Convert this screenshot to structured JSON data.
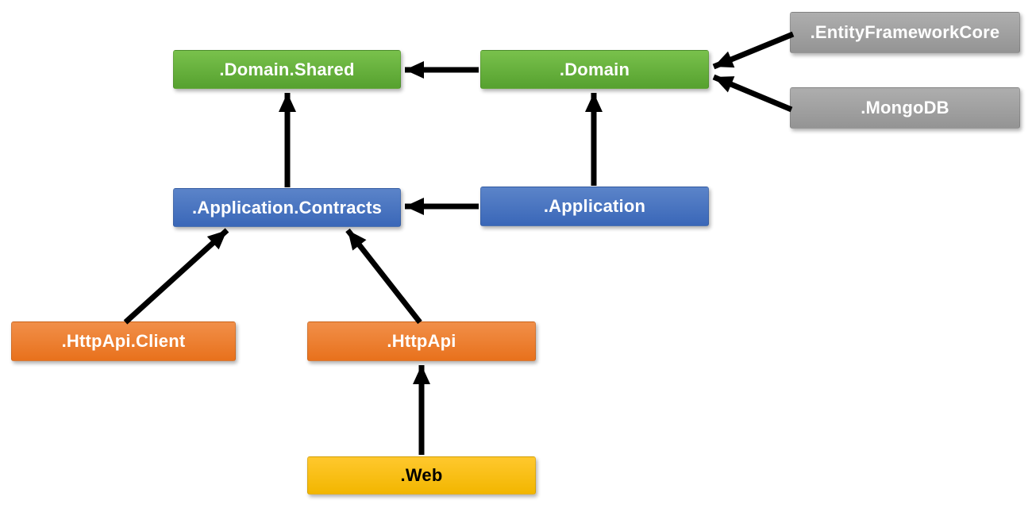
{
  "diagram": {
    "type": "dependency-diagram",
    "arrow_color": "#000000",
    "background_color": "#ffffff",
    "nodes": [
      {
        "id": "domain-shared",
        "label": ".Domain.Shared",
        "color": "#70AD47",
        "text_color": "#ffffff"
      },
      {
        "id": "domain",
        "label": ".Domain",
        "color": "#70AD47",
        "text_color": "#ffffff"
      },
      {
        "id": "entityframeworkcore",
        "label": ".EntityFrameworkCore",
        "color": "#A5A5A5",
        "text_color": "#ffffff"
      },
      {
        "id": "mongodb",
        "label": ".MongoDB",
        "color": "#A5A5A5",
        "text_color": "#ffffff"
      },
      {
        "id": "application-contracts",
        "label": ".Application.Contracts",
        "color": "#4472C4",
        "text_color": "#ffffff"
      },
      {
        "id": "application",
        "label": ".Application",
        "color": "#4472C4",
        "text_color": "#ffffff"
      },
      {
        "id": "httpapi-client",
        "label": ".HttpApi.Client",
        "color": "#ED7D31",
        "text_color": "#ffffff"
      },
      {
        "id": "httpapi",
        "label": ".HttpApi",
        "color": "#ED7D31",
        "text_color": "#ffffff"
      },
      {
        "id": "web",
        "label": ".Web",
        "color": "#FFC000",
        "text_color": "#000000"
      }
    ],
    "edges": [
      {
        "from": "domain",
        "to": "domain-shared"
      },
      {
        "from": "entityframeworkcore",
        "to": "domain"
      },
      {
        "from": "mongodb",
        "to": "domain"
      },
      {
        "from": "application-contracts",
        "to": "domain-shared"
      },
      {
        "from": "application",
        "to": "domain"
      },
      {
        "from": "application",
        "to": "application-contracts"
      },
      {
        "from": "httpapi-client",
        "to": "application-contracts"
      },
      {
        "from": "httpapi",
        "to": "application-contracts"
      },
      {
        "from": "web",
        "to": "httpapi"
      }
    ]
  }
}
